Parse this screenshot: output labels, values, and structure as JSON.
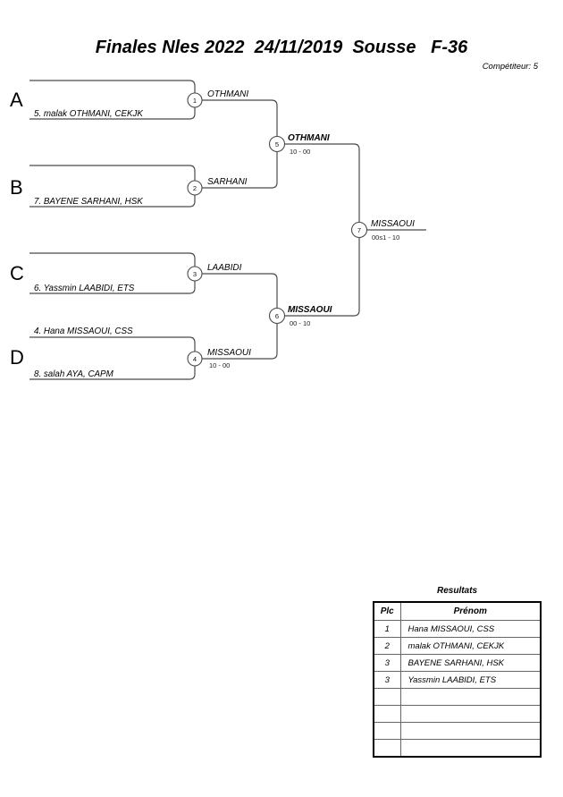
{
  "page": {
    "title": "Finales Nles 2022  24/11/2019  Sousse   F-36",
    "competitor_count_label": "Compétiteur: 5"
  },
  "bracket": {
    "groups": [
      {
        "letter": "A",
        "entry": "5. malak OTHMANI, CEKJK"
      },
      {
        "letter": "B",
        "entry": "7. BAYENE SARHANI, HSK"
      },
      {
        "letter": "C",
        "entry": "6. Yassmin LAABIDI, ETS"
      },
      {
        "letter": "D",
        "entry_top": "4. Hana MISSAOUI, CSS",
        "entry_bottom": "8. salah AYA, CAPM"
      }
    ],
    "matches": [
      {
        "number": "1",
        "winner": "OTHMANI",
        "score": ""
      },
      {
        "number": "2",
        "winner": "SARHANI",
        "score": ""
      },
      {
        "number": "3",
        "winner": "LAABIDI",
        "score": ""
      },
      {
        "number": "4",
        "winner": "MISSAOUI",
        "score": "10 - 00"
      },
      {
        "number": "5",
        "winner": "OTHMANI",
        "score": "10 - 00"
      },
      {
        "number": "6",
        "winner": "MISSAOUI",
        "score": "00 - 10"
      },
      {
        "number": "7",
        "winner": "MISSAOUI",
        "score": "00s1 - 10"
      }
    ]
  },
  "results": {
    "title": "Resultats",
    "columns": {
      "place": "Plc",
      "name": "Prénom"
    },
    "rows": [
      {
        "plc": "1",
        "name": "Hana MISSAOUI, CSS"
      },
      {
        "plc": "2",
        "name": "malak OTHMANI, CEKJK"
      },
      {
        "plc": "3",
        "name": "BAYENE SARHANI, HSK"
      },
      {
        "plc": "3",
        "name": "Yassmin LAABIDI, ETS"
      },
      {
        "plc": "",
        "name": ""
      },
      {
        "plc": "",
        "name": ""
      },
      {
        "plc": "",
        "name": ""
      },
      {
        "plc": "",
        "name": ""
      }
    ]
  },
  "colors": {
    "bracket_line": "#4a4a4a",
    "table_outer_border": "#000000",
    "table_inner_border": "#666666",
    "text": "#000000"
  }
}
